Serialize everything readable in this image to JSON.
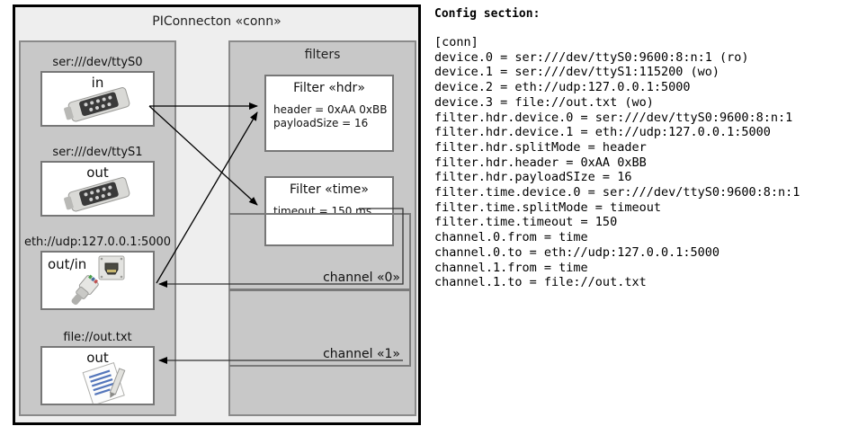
{
  "diagram": {
    "title": "PIConnecton «conn»",
    "devices_panel": {
      "groups": [
        {
          "label": "ser:///dev/ttyS0",
          "io": "in",
          "icon": "serial-port-icon"
        },
        {
          "label": "ser:///dev/ttyS1",
          "io": "out",
          "icon": "serial-port-icon"
        },
        {
          "label": "eth://udp:127.0.0.1:5000",
          "io": "out/in",
          "icon": "ethernet-icon"
        },
        {
          "label": "file://out.txt",
          "io": "out",
          "icon": "text-file-icon"
        }
      ]
    },
    "filters_panel": {
      "title": "filters",
      "filters": [
        {
          "title": "Filter «hdr»",
          "attrs": [
            "header = 0xAA 0xBB",
            "payloadSize = 16"
          ]
        },
        {
          "title": "Filter «time»",
          "attrs": [
            "timeout = 150 ms"
          ]
        }
      ],
      "channels": [
        {
          "label": "channel «0»"
        },
        {
          "label": "channel «1»"
        }
      ]
    }
  },
  "config": {
    "heading": "Config section:",
    "lines": [
      "[conn]",
      "device.0 = ser:///dev/ttyS0:9600:8:n:1 (ro)",
      "device.1 = ser:///dev/ttyS1:115200 (wo)",
      "device.2 = eth://udp:127.0.0.1:5000",
      "device.3 = file://out.txt (wo)",
      "filter.hdr.device.0 = ser:///dev/ttyS0:9600:8:n:1",
      "filter.hdr.device.1 = eth://udp:127.0.0.1:5000",
      "filter.hdr.splitMode = header",
      "filter.hdr.header = 0xAA 0xBB",
      "filter.hdr.payloadSIze = 16",
      "filter.time.device.0 = ser:///dev/ttyS0:9600:8:n:1",
      "filter.time.splitMode = timeout",
      "filter.time.timeout = 150",
      "channel.0.from = time",
      "channel.0.to = eth://udp:127.0.0.1:5000",
      "channel.1.from = time",
      "channel.1.to = file://out.txt"
    ]
  },
  "colors": {
    "frame": "#000000",
    "canvas": "#eeeeee",
    "panel": "#c8c8c8",
    "panel_border": "#8a8a8a",
    "box": "#ffffff",
    "box_border": "#777777",
    "wire": "#000000"
  }
}
